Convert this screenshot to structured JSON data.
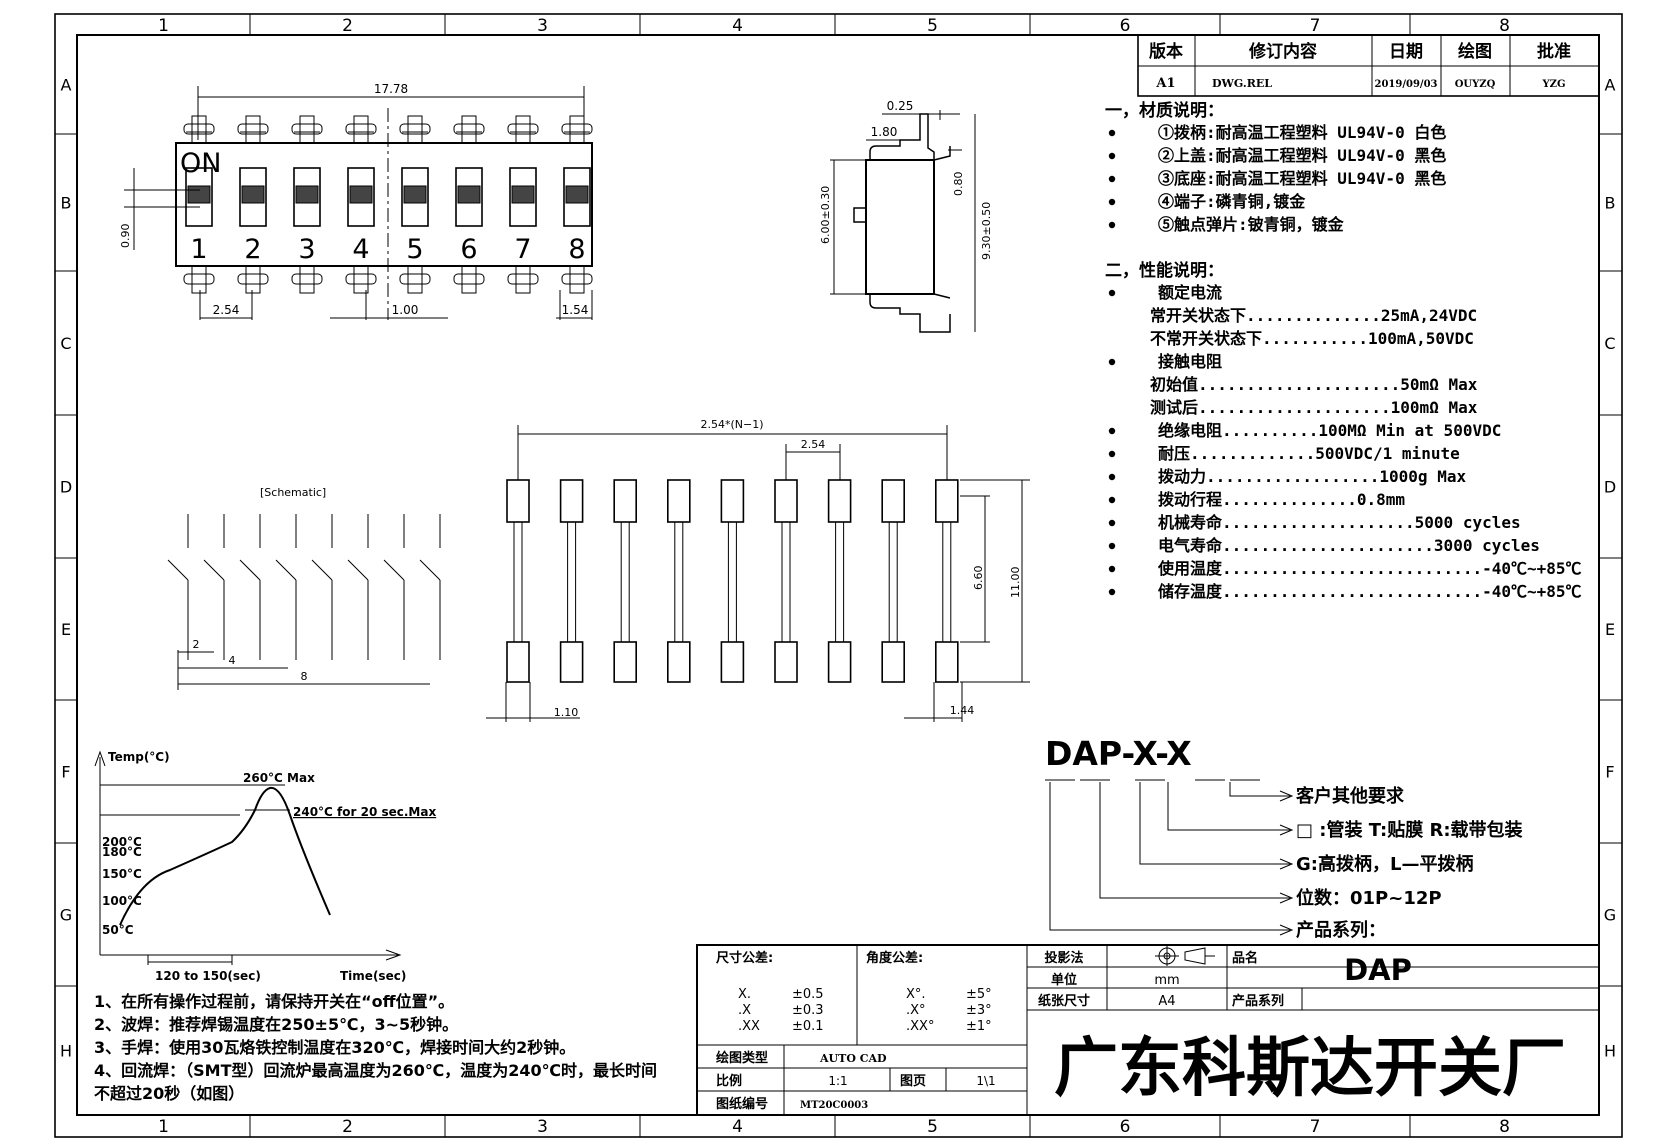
{
  "zones": {
    "columns": [
      "1",
      "2",
      "3",
      "4",
      "5",
      "6",
      "7",
      "8"
    ],
    "rows": [
      "A",
      "B",
      "C",
      "D",
      "E",
      "F",
      "G",
      "H"
    ]
  },
  "revision_table": {
    "headers": [
      "版本",
      "修订内容",
      "日期",
      "绘图",
      "批准"
    ],
    "row": [
      "A1",
      "DWG.REL",
      "2019/09/03",
      "OUYZQ",
      "YZG"
    ]
  },
  "top_view": {
    "on_label": "ON",
    "positions": [
      "1",
      "2",
      "3",
      "4",
      "5",
      "6",
      "7",
      "8"
    ],
    "dims": {
      "length": "17.78",
      "pitch": "2.54",
      "slot": "1.00",
      "edge": "1.54",
      "height": "0.90"
    }
  },
  "side_view": {
    "dims": {
      "lead": "0.25",
      "step": "1.80",
      "body": "6.00±0.30",
      "overall": "9.30±0.50",
      "pin": "0.80"
    }
  },
  "material": {
    "heading": "一，材质说明：",
    "items": [
      "①拨柄:耐高温工程塑料 UL94V-0 白色",
      "②上盖:耐高温工程塑料 UL94V-0 黑色",
      "③底座:耐高温工程塑料 UL94V-0 黑色",
      "④端子:磷青铜,镀金",
      "⑤触点弹片:铍青铜，镀金"
    ]
  },
  "performance": {
    "heading": "二，性能说明：",
    "lines": [
      {
        "bullet": true,
        "indent": 1,
        "text": "额定电流"
      },
      {
        "bullet": false,
        "indent": 0,
        "text": "常开关状态下..............25mA,24VDC"
      },
      {
        "bullet": false,
        "indent": 0,
        "text": "不常开关状态下...........100mA,50VDC"
      },
      {
        "bullet": true,
        "indent": 1,
        "text": "接触电阻"
      },
      {
        "bullet": false,
        "indent": 0,
        "text": "初始值.....................50mΩ  Max"
      },
      {
        "bullet": false,
        "indent": 0,
        "text": "测试后....................100mΩ  Max"
      },
      {
        "bullet": true,
        "indent": 1,
        "text": "绝缘电阻..........100MΩ  Min at 500VDC"
      },
      {
        "bullet": true,
        "indent": 1,
        "text": "耐压.............500VDC/1 minute"
      },
      {
        "bullet": true,
        "indent": 1,
        "text": "拨动力..................1000g Max"
      },
      {
        "bullet": true,
        "indent": 1,
        "text": "拨动行程..............0.8mm"
      },
      {
        "bullet": true,
        "indent": 1,
        "text": "机械寿命....................5000 cycles"
      },
      {
        "bullet": true,
        "indent": 1,
        "text": "电气寿命......................3000 cycles"
      },
      {
        "bullet": true,
        "indent": 1,
        "text": "使用温度...........................-40℃~+85℃"
      },
      {
        "bullet": true,
        "indent": 1,
        "text": "储存温度...........................-40℃~+85℃"
      }
    ]
  },
  "footprint": {
    "dims": {
      "total": "2.54*(N−1)",
      "pitch": "2.54",
      "inner": "6.60",
      "outer": "11.00",
      "pad_w": "1.10",
      "pad_edge": "1.44"
    }
  },
  "schematic": {
    "title": "[Schematic]",
    "dims": {
      "a": "2",
      "b": "4",
      "c": "8"
    }
  },
  "reflow": {
    "y_label": "Temp(°C)",
    "x_label": "Time(sec)",
    "peak_label": "260°C Max",
    "hold_label": "240°C for 20 sec.Max",
    "ticks": [
      "200°C",
      "180°C",
      "150°C",
      "100°C",
      "50°C"
    ],
    "preheat_label": "120 to 150(sec)"
  },
  "notes": [
    "1、在所有操作过程前，请保持开关在“off位置”。",
    "2、波焊：推荐焊锡温度在250±5℃，3~5秒钟。",
    "3、手焊：使用30瓦烙铁控制温度在320℃，焊接时间大约2秒钟。",
    "4、回流焊：（SMT型）回流炉最高温度为260℃，温度为240℃时，最长时间",
    "不超过20秒（如图）"
  ],
  "part_number": {
    "code": "DAP-X-X",
    "lines": [
      "客户其他要求",
      "□ :管装   T:贴膜    R:载带包装",
      "G:高拨柄，L—平拨柄",
      "位数：01P~12P",
      "产品系列："
    ]
  },
  "title_block": {
    "dim_tol_title": "尺寸公差:",
    "dim_tol": [
      [
        "X.",
        "±0.5"
      ],
      [
        ".X",
        "±0.3"
      ],
      [
        ".XX",
        "±0.1"
      ]
    ],
    "ang_tol_title": "角度公差:",
    "ang_tol": [
      [
        "X°.",
        "±5°"
      ],
      [
        ".X°",
        "±3°"
      ],
      [
        ".XX°",
        "±1°"
      ]
    ],
    "projection_label": "投影法",
    "unit_label": "单位",
    "unit_value": "mm",
    "paper_label": "纸张尺寸",
    "paper_value": "A4",
    "name_label": "品名",
    "name_value": "DAP",
    "series_label": "产品系列",
    "series_value": "",
    "drawing_type_label": "绘图类型",
    "drawing_type_value": "AUTO CAD",
    "scale_label": "比例",
    "scale_value": "1:1",
    "page_label": "图页",
    "page_value": "1\\1",
    "drawing_no_label": "图纸编号",
    "drawing_no_value": "MT20C0003",
    "company": "广东科斯达开关厂"
  }
}
